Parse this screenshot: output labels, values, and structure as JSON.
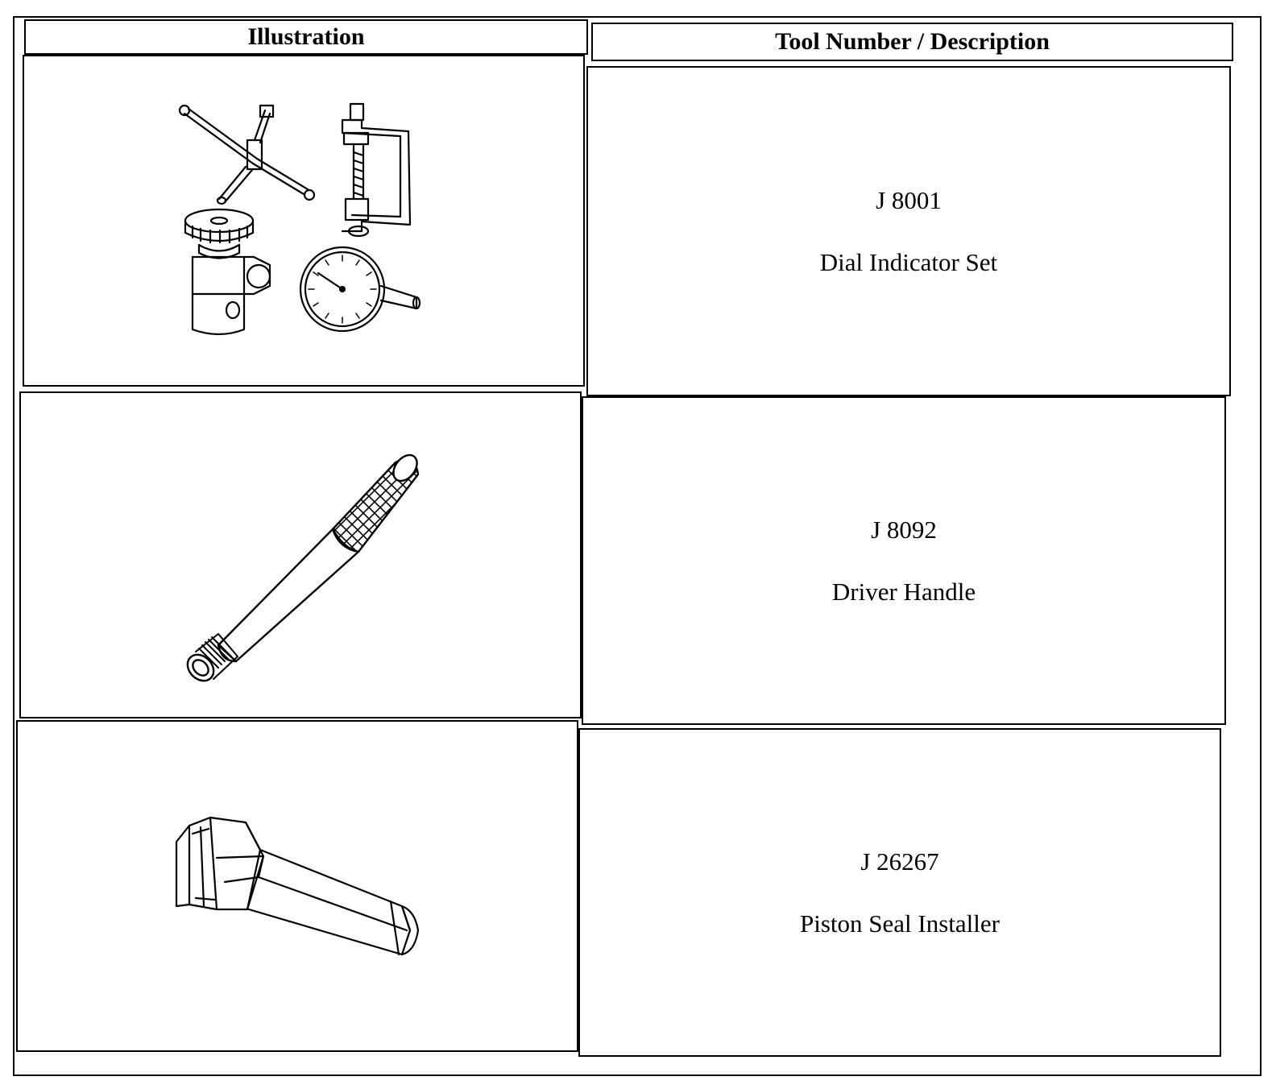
{
  "table": {
    "header": {
      "illustration": "Illustration",
      "tool": "Tool Number / Description"
    },
    "rows": [
      {
        "number": "J 8001",
        "description": "Dial Indicator Set",
        "icon": "dial-indicator-set-icon"
      },
      {
        "number": "J 8092",
        "description": "Driver Handle",
        "icon": "driver-handle-icon"
      },
      {
        "number": "J 26267",
        "description": "Piston Seal Installer",
        "icon": "piston-seal-installer-icon"
      }
    ]
  }
}
